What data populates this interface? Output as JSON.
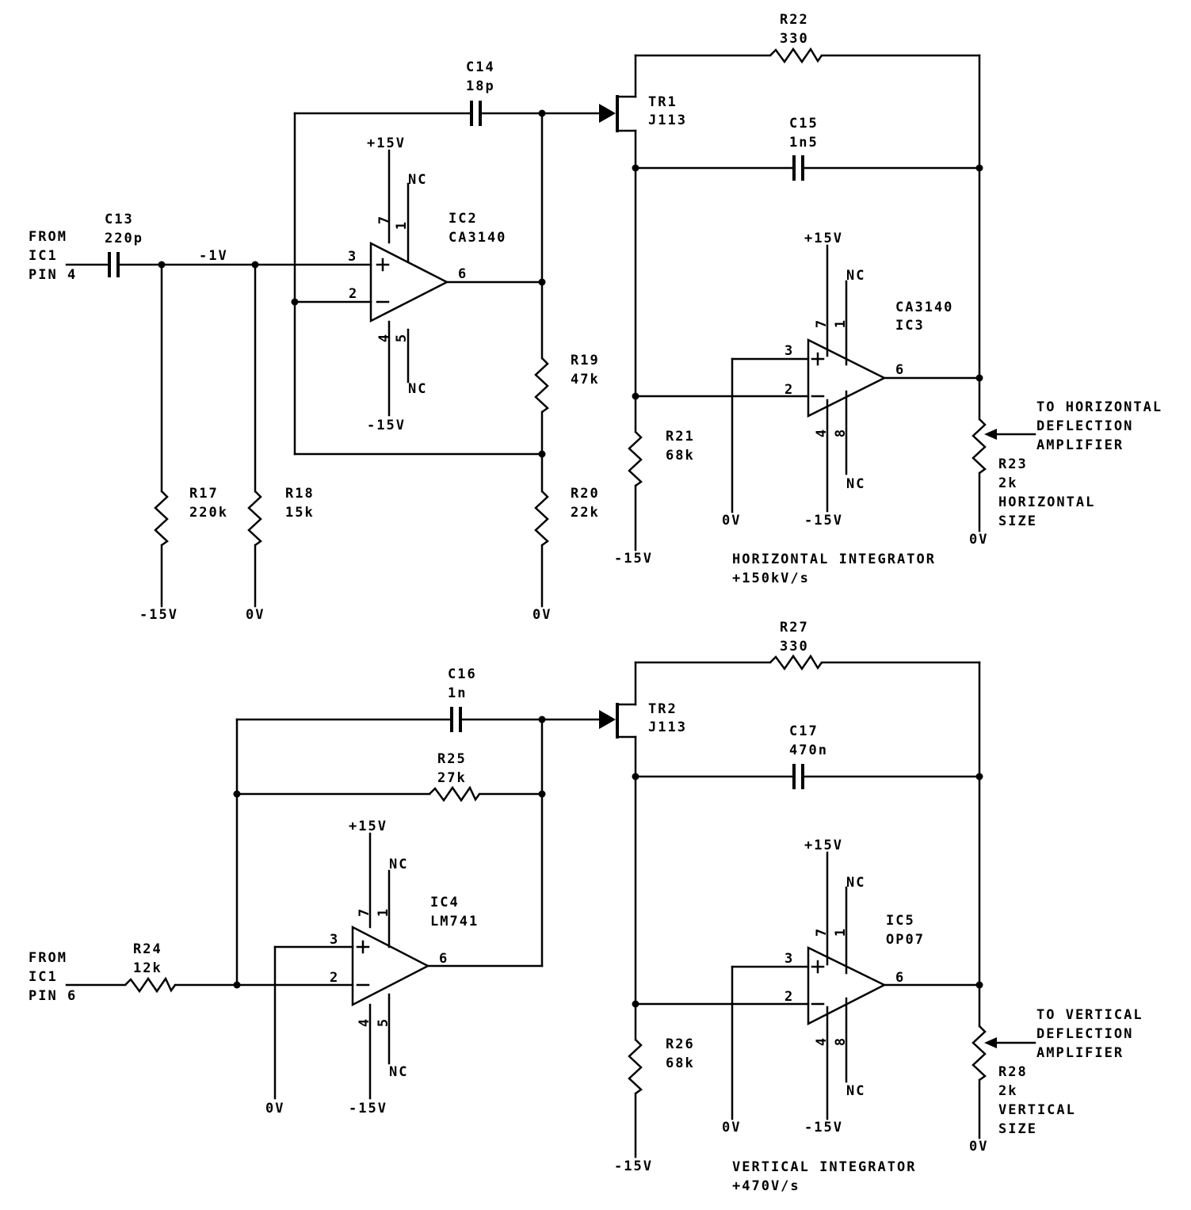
{
  "inputs": {
    "in1": [
      "FROM",
      "IC1",
      "PIN 4"
    ],
    "in2": [
      "FROM",
      "IC1",
      "PIN 6"
    ]
  },
  "components": {
    "C13": {
      "ref": "C13",
      "value": "220p"
    },
    "C14": {
      "ref": "C14",
      "value": "18p"
    },
    "C15": {
      "ref": "C15",
      "value": "1n5"
    },
    "C16": {
      "ref": "C16",
      "value": "1n"
    },
    "C17": {
      "ref": "C17",
      "value": "470n"
    },
    "R17": {
      "ref": "R17",
      "value": "220k"
    },
    "R18": {
      "ref": "R18",
      "value": "15k"
    },
    "R19": {
      "ref": "R19",
      "value": "47k"
    },
    "R20": {
      "ref": "R20",
      "value": "22k"
    },
    "R21": {
      "ref": "R21",
      "value": "68k"
    },
    "R22": {
      "ref": "R22",
      "value": "330"
    },
    "R23": {
      "ref": "R23",
      "value": "2k",
      "function": [
        "HORIZONTAL",
        "SIZE"
      ]
    },
    "R24": {
      "ref": "R24",
      "value": "12k"
    },
    "R25": {
      "ref": "R25",
      "value": "27k"
    },
    "R26": {
      "ref": "R26",
      "value": "68k"
    },
    "R27": {
      "ref": "R27",
      "value": "330"
    },
    "R28": {
      "ref": "R28",
      "value": "2k",
      "function": [
        "VERTICAL",
        "SIZE"
      ]
    },
    "TR1": {
      "ref": "TR1",
      "value": "J113"
    },
    "TR2": {
      "ref": "TR2",
      "value": "J113"
    },
    "IC2": {
      "ref": "IC2",
      "value": "CA3140"
    },
    "IC3": {
      "ref": "IC3",
      "value": "CA3140"
    },
    "IC4": {
      "ref": "IC4",
      "value": "LM741"
    },
    "IC5": {
      "ref": "IC5",
      "value": "OP07"
    }
  },
  "pins": {
    "ic2": {
      "p7": "7",
      "p1": "1",
      "p3": "3",
      "p2": "2",
      "p6": "6",
      "p4": "4",
      "p5": "5"
    },
    "ic3": {
      "p7": "7",
      "p1": "1",
      "p3": "3",
      "p2": "2",
      "p6": "6",
      "p4": "4",
      "p8": "8"
    },
    "ic4": {
      "p7": "7",
      "p1": "1",
      "p3": "3",
      "p2": "2",
      "p6": "6",
      "p4": "4",
      "p5": "5"
    },
    "ic5": {
      "p7": "7",
      "p1": "1",
      "p3": "3",
      "p2": "2",
      "p6": "6",
      "p4": "4",
      "p8": "8"
    }
  },
  "rails": {
    "pos15": "+15V",
    "neg15": "-15V",
    "zero": "0V",
    "nc": "NC"
  },
  "nodes": {
    "bias": "-1V"
  },
  "outputs": {
    "horizontal": [
      "TO HORIZONTAL",
      "DEFLECTION",
      "AMPLIFIER"
    ],
    "vertical": [
      "TO VERTICAL",
      "DEFLECTION",
      "AMPLIFIER"
    ]
  },
  "captions": {
    "horizontal": {
      "title": "HORIZONTAL INTEGRATOR",
      "rate": "+150kV/s"
    },
    "vertical": {
      "title": "VERTICAL INTEGRATOR",
      "rate": "+470V/s"
    }
  }
}
